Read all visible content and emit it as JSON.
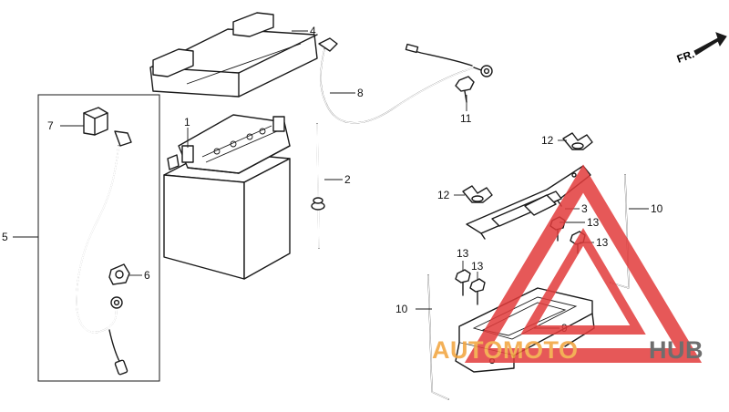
{
  "diagram": {
    "direction_label": "FR.",
    "callouts": {
      "c1": "1",
      "c2": "2",
      "c3": "3",
      "c4": "4",
      "c5": "5",
      "c6": "6",
      "c7": "7",
      "c8": "8",
      "c9": "9",
      "c10a": "10",
      "c10b": "10",
      "c11": "11",
      "c12a": "12",
      "c12b": "12",
      "c13a": "13",
      "c13b": "13",
      "c13c": "13",
      "c13d": "13"
    }
  },
  "watermark": {
    "part1": "AUTOMOTO",
    "part2": "HUB",
    "color_red": "#e23b3b",
    "color_orange": "#f2a33a",
    "color_gray": "#555555"
  }
}
